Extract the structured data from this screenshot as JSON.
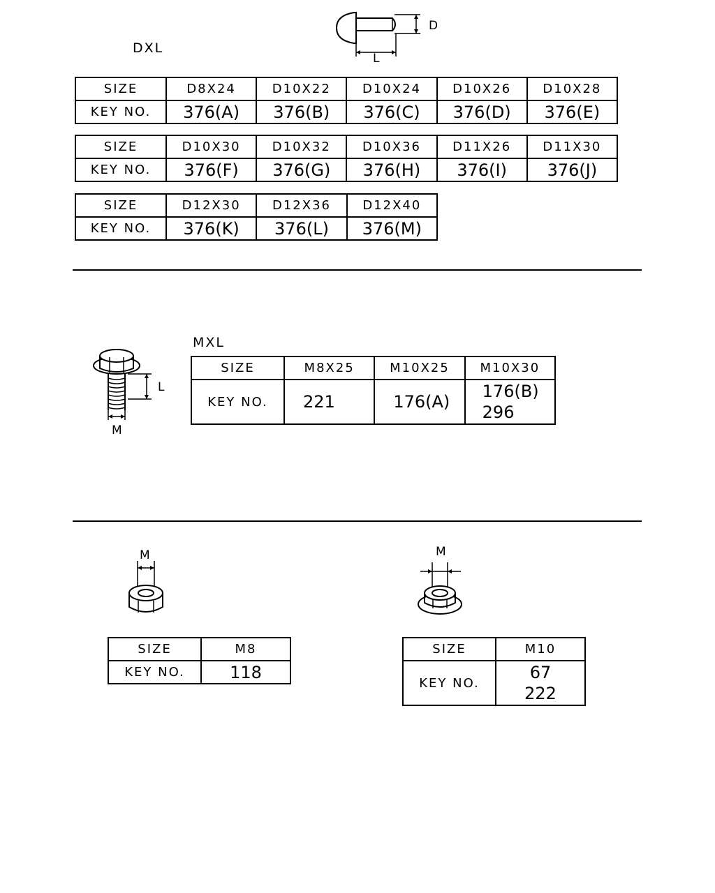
{
  "rivet": {
    "title": "DXL",
    "dim_d": "D",
    "dim_l": "L",
    "tables": [
      {
        "size_label": "SIZE",
        "key_label": "KEY NO.",
        "sizes": [
          "D8X24",
          "D10X22",
          "D10X24",
          "D10X26",
          "D10X28"
        ],
        "keys": [
          "376(A)",
          "376(B)",
          "376(C)",
          "376(D)",
          "376(E)"
        ]
      },
      {
        "size_label": "SIZE",
        "key_label": "KEY NO.",
        "sizes": [
          "D10X30",
          "D10X32",
          "D10X36",
          "D11X26",
          "D11X30"
        ],
        "keys": [
          "376(F)",
          "376(G)",
          "376(H)",
          "376(I)",
          "376(J)"
        ]
      },
      {
        "size_label": "SIZE",
        "key_label": "KEY NO.",
        "sizes": [
          "D12X30",
          "D12X36",
          "D12X40"
        ],
        "keys": [
          "376(K)",
          "376(L)",
          "376(M)"
        ]
      }
    ]
  },
  "bolt": {
    "title": "MXL",
    "dim_l": "L",
    "dim_m": "M",
    "size_label": "SIZE",
    "key_label": "KEY NO.",
    "sizes": [
      "M8X25",
      "M10X25",
      "M10X30"
    ],
    "keys": [
      [
        "221"
      ],
      [
        "176(A)"
      ],
      [
        "176(B)",
        "296"
      ]
    ]
  },
  "nut_m8": {
    "dim_m": "M",
    "size_label": "SIZE",
    "key_label": "KEY NO.",
    "size": "M8",
    "keys": [
      "118"
    ]
  },
  "nut_m10": {
    "dim_m": "M",
    "size_label": "SIZE",
    "key_label": "KEY NO.",
    "size": "M10",
    "keys": [
      "67",
      "222"
    ]
  }
}
